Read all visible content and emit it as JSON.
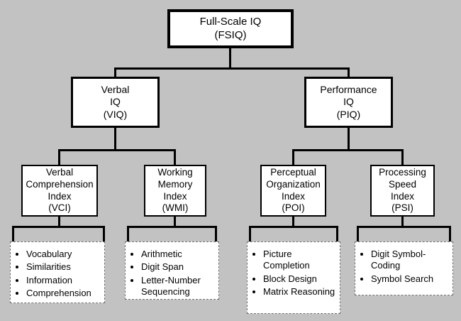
{
  "diagram": {
    "nodes": {
      "fsiq": {
        "label": "Full-Scale IQ\n(FSIQ)"
      },
      "viq": {
        "label": "Verbal\nIQ\n(VIQ)"
      },
      "piq": {
        "label": "Performance\nIQ\n(PIQ)"
      },
      "vci": {
        "label": "Verbal\nComprehension\nIndex\n(VCI)"
      },
      "wmi": {
        "label": "Working\nMemory\nIndex\n(WMI)"
      },
      "poi": {
        "label": "Perceptual\nOrganization\nIndex\n(POI)"
      },
      "psi": {
        "label": "Processing\nSpeed\nIndex\n(PSI)"
      }
    },
    "subtests": {
      "vci": [
        "Vocabulary",
        "Similarities",
        "Information",
        "Comprehension"
      ],
      "wmi": [
        "Arithmetic",
        "Digit Span",
        "Letter-Number Sequencing"
      ],
      "poi": [
        "Picture Completion",
        "Block Design",
        "Matrix Reasoning"
      ],
      "psi": [
        "Digit Symbol-Coding",
        "Symbol Search"
      ]
    },
    "colors": {
      "background": "#c2c2c2",
      "box_fill": "#ffffff",
      "line": "#000000"
    }
  }
}
